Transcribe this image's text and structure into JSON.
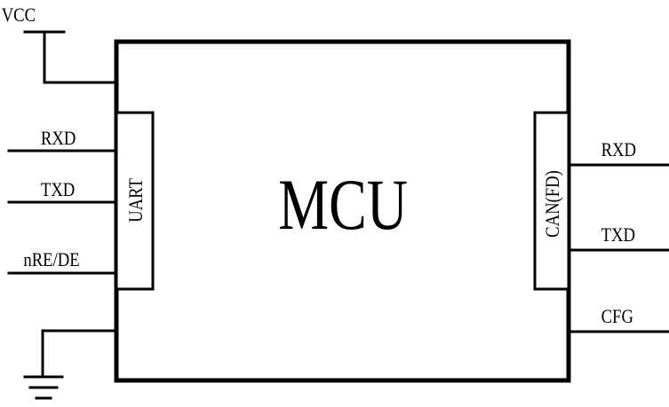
{
  "mcu_label": "MCU",
  "power": {
    "vcc_label": "VCC"
  },
  "uart": {
    "block_label": "UART",
    "pins": [
      "RXD",
      "TXD",
      "nRE/DE"
    ]
  },
  "can": {
    "block_label": "CAN(FD)",
    "pins": [
      "RXD",
      "TXD",
      "CFG"
    ]
  },
  "colors": {
    "line": "#000000",
    "background": "#ffffff"
  }
}
